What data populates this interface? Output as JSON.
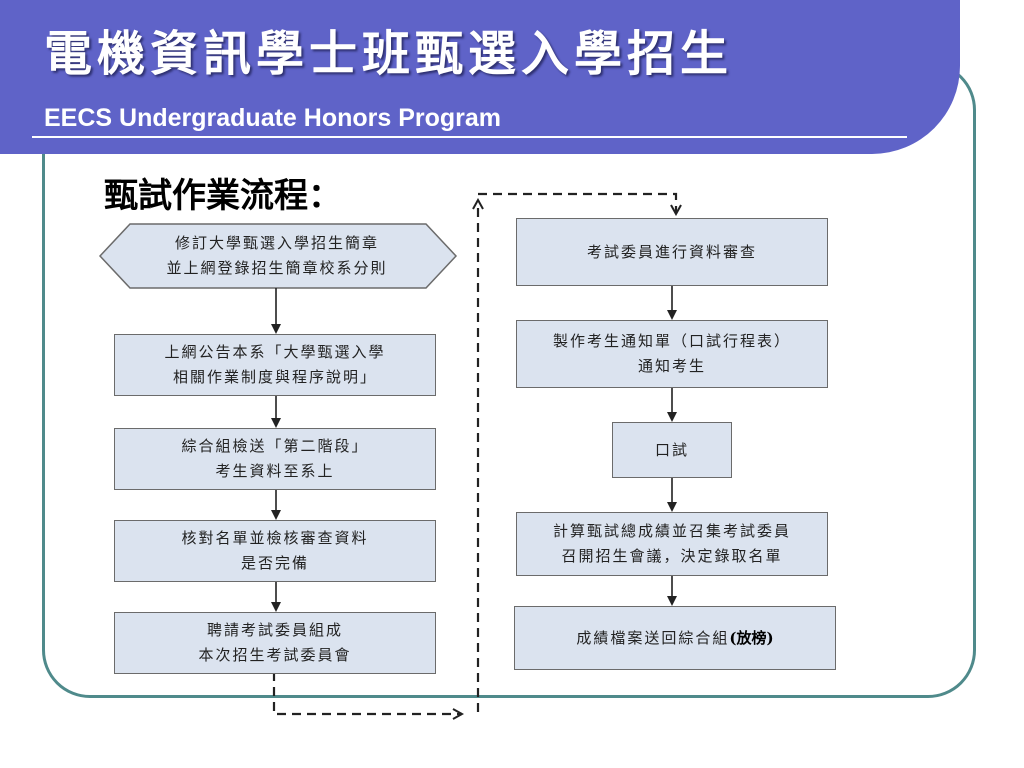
{
  "slide": {
    "title": "電機資訊學士班甄選入學招生",
    "subtitle": "EECS Undergraduate Honors Program",
    "section_title": "甄試作業流程："
  },
  "flow": {
    "left": [
      "修訂大學甄選入學招生簡章\n並上網登錄招生簡章校系分則",
      "上網公告本系「大學甄選入學\n相關作業制度與程序說明」",
      "綜合組檢送「第二階段」\n考生資料至系上",
      "核對名單並檢核審查資料\n是否完備",
      "聘請考試委員組成\n本次招生考試委員會"
    ],
    "right": [
      "考試委員進行資料審查",
      "製作考生通知單（口試行程表）\n通知考生",
      "口試",
      "計算甄試總成績並召集考試委員\n召開招生會議，決定錄取名單"
    ],
    "last_step": {
      "text": "成績檔案送回綜合組",
      "emphasis": "(放榜)"
    }
  },
  "colors": {
    "banner": "#5f63c8",
    "frame": "#4f8a8b",
    "box_fill": "#dbe3ef",
    "box_border": "#6b6b6b",
    "arrow": "#222222"
  }
}
